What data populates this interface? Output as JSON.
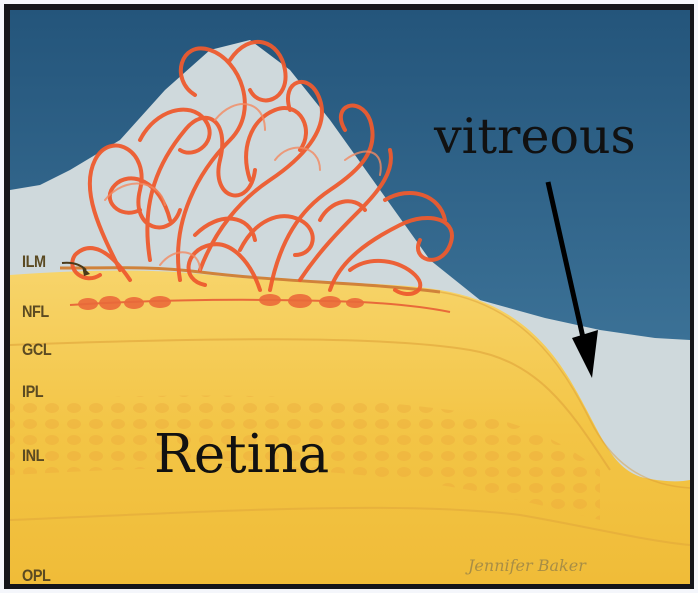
{
  "labels": {
    "layers": {
      "ilm": "ILM",
      "nfl": "NFL",
      "gcl": "GCL",
      "ipl": "IPL",
      "inl": "INL",
      "opl": "OPL"
    },
    "retina": "Retina",
    "vitreous": "vitreous"
  },
  "artwork": {
    "signature": "Jennifer Baker"
  },
  "colors": {
    "vitreous_blue": "#2d5f85",
    "vitreous_pale": "#cfd9dc",
    "retina_yellow": "#f4c94a",
    "vessel_red": "#ec5a2e",
    "frame": "#14151a"
  }
}
